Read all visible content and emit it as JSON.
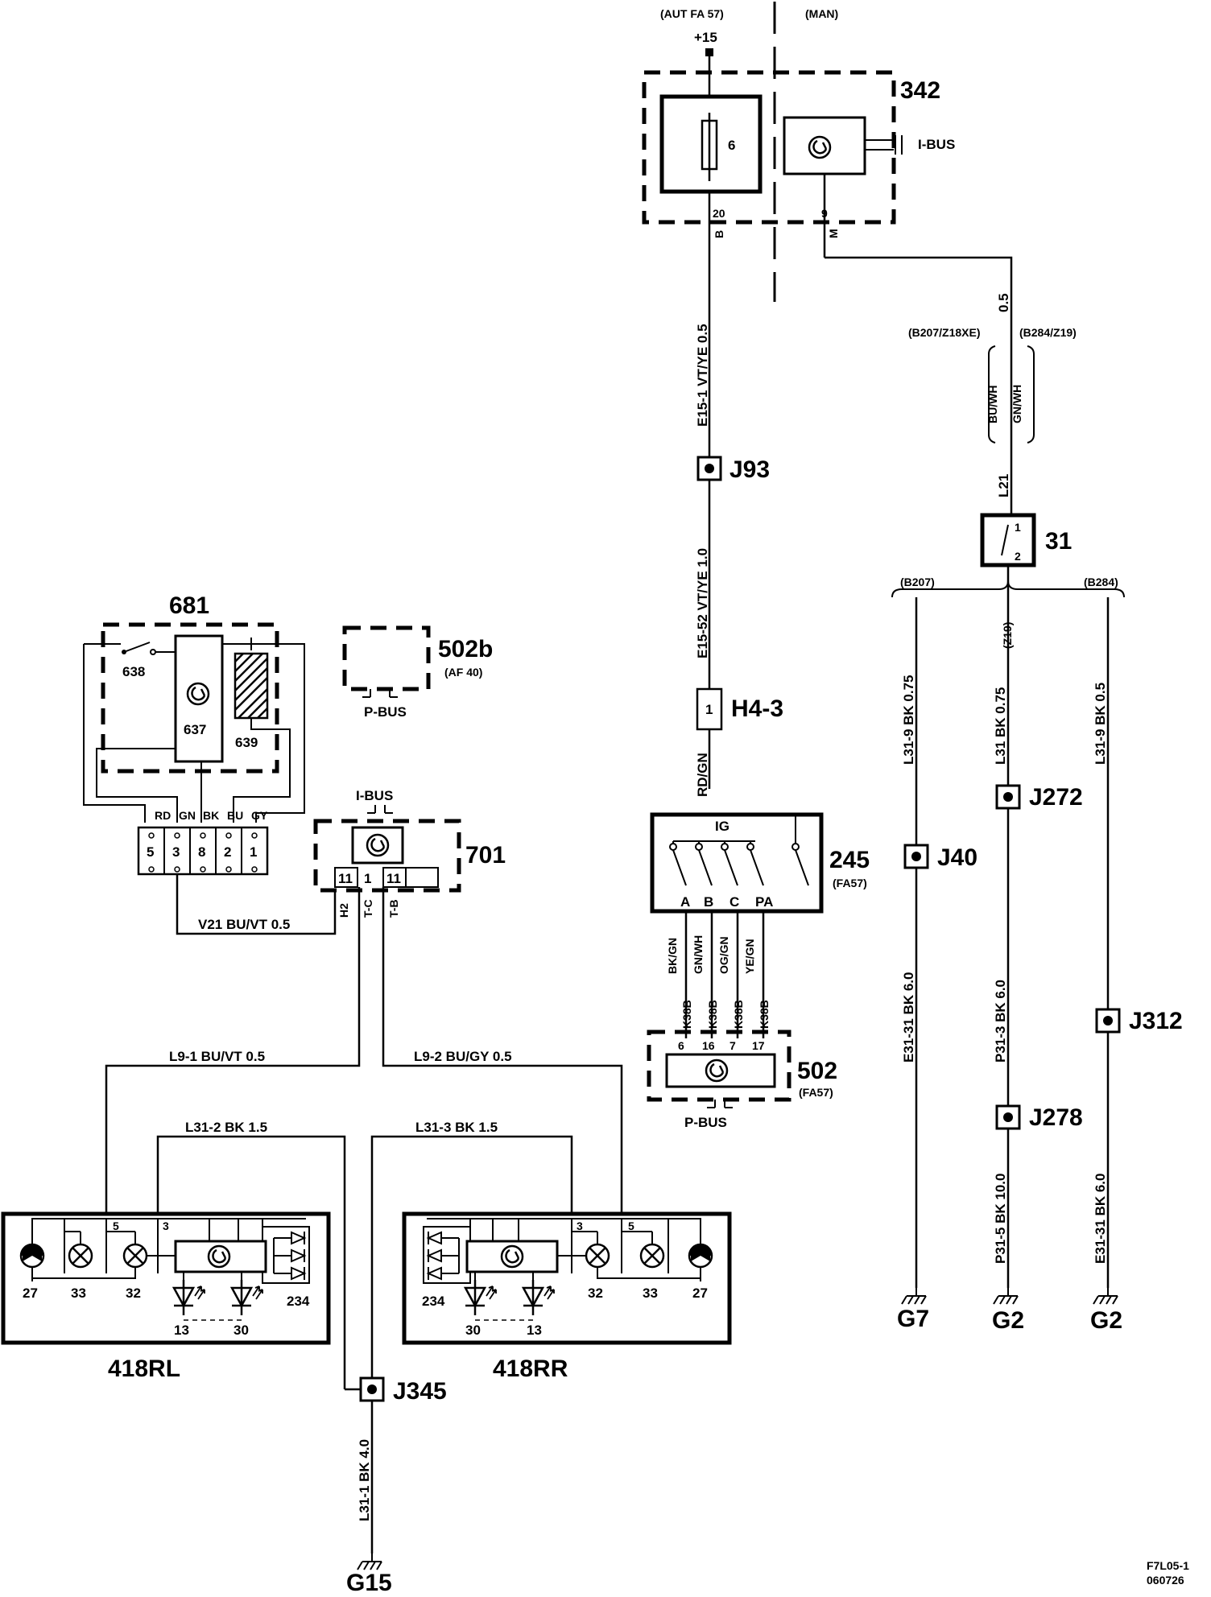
{
  "variant": {
    "aut": "(AUT FA 57)",
    "man": "(MAN)"
  },
  "supply": "+15",
  "components": {
    "c342": {
      "id": "342",
      "fuse": "6",
      "bus": "I-BUS",
      "pin20": "20",
      "pinB": "B",
      "pin9": "9",
      "pinM": "M"
    },
    "c31": {
      "id": "31",
      "pin1": "1",
      "pin2": "2"
    },
    "c681": {
      "id": "681",
      "sw638": "638",
      "motor637": "637",
      "heater639": "639",
      "colors": [
        "RD",
        "GN",
        "BK",
        "BU",
        "GY"
      ],
      "pins": [
        "5",
        "3",
        "8",
        "2",
        "1"
      ]
    },
    "c502b": {
      "id": "502b",
      "note": "(AF 40)",
      "bus": "P-BUS"
    },
    "c701": {
      "id": "701",
      "bus": "I-BUS",
      "pinL": "11",
      "pinC": "1",
      "pinR": "11",
      "lblH2": "H2",
      "lblTC": "T-C",
      "lblTB": "T-B"
    },
    "c245": {
      "id": "245",
      "note": "(FA57)",
      "ig": "IG",
      "contacts": [
        "A",
        "B",
        "C",
        "PA"
      ]
    },
    "c502": {
      "id": "502",
      "note": "(FA57)",
      "bus": "P-BUS",
      "pins": [
        "6",
        "16",
        "7",
        "17"
      ]
    },
    "lamp_rl": {
      "id": "418RL",
      "pin5": "5",
      "pin3": "3",
      "l27": "27",
      "l33": "33",
      "l32": "32",
      "l13": "13",
      "l30": "30",
      "l234": "234"
    },
    "lamp_rr": {
      "id": "418RR",
      "pin3": "3",
      "pin5": "5",
      "l234": "234",
      "l30": "30",
      "l13": "13",
      "l32": "32",
      "l33": "33",
      "l27": "27"
    }
  },
  "connectors": {
    "j93": "J93",
    "h43": "H4-3",
    "h43pin": "1",
    "j40": "J40",
    "j272": "J272",
    "j312": "J312",
    "j278": "J278",
    "j345": "J345"
  },
  "grounds": {
    "g7": "G7",
    "g2a": "G2",
    "g2b": "G2",
    "g15": "G15"
  },
  "wires": {
    "e151": "E15-1  VT/YE  0.5",
    "e1552": "E15-52  VT/YE  1.0",
    "rdgn": "RD/GN",
    "w05": "0.5",
    "b207z18": "(B207/Z18XE)",
    "b284z19": "(B284/Z19)",
    "buwh": "BU/WH",
    "gnwh": "GN/WH",
    "l21": "L21",
    "b207": "(B207)",
    "b284": "(B284)",
    "z19": "(Z19)",
    "l319a": "L31-9  BK  0.75",
    "l31a": "L31  BK  0.75",
    "l319b": "L31-9  BK  0.5",
    "e3131a": "E31-31  BK  6.0",
    "p313": "P31-3  BK  6.0",
    "p315": "P31-5  BK  10.0",
    "e3131b": "E31-31  BK  6.0",
    "v21": "V21   BU/VT  0.5",
    "l91": "L9-1   BU/VT  0.5",
    "l92": "L9-2   BU/GY  0.5",
    "l312": "L31-2  BK  1.5",
    "l313": "L31-3   BK  1.5",
    "l311": "L31-1  BK  4.0",
    "sw_colors": [
      "BK/GN",
      "GN/WH",
      "OG/GN",
      "YE/GN"
    ],
    "k38b": "K38B"
  },
  "footer": {
    "code": "F7L05-1",
    "date": "060726"
  }
}
